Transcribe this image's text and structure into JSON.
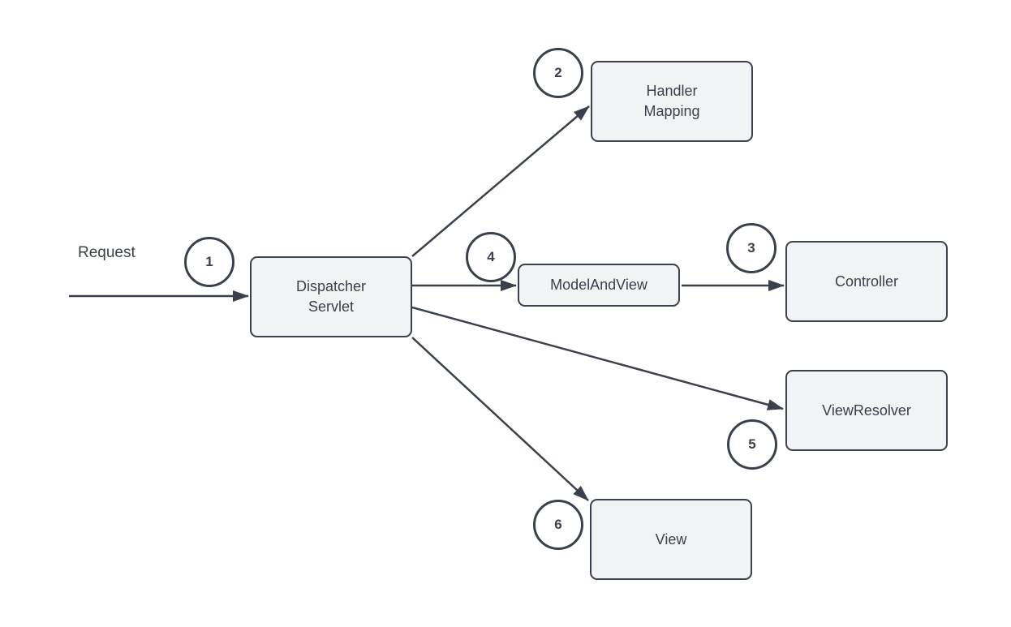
{
  "colors": {
    "background": "#ffffff",
    "stroke": "#3a414c",
    "node_fill": "#f2f3f5",
    "text": "#3a414c"
  },
  "labels": {
    "request": "Request"
  },
  "nodes": [
    {
      "id": "dispatcher-servlet",
      "label": "Dispatcher Servlet"
    },
    {
      "id": "handler-mapping",
      "label": "Handler Mapping"
    },
    {
      "id": "model-and-view",
      "label": "ModelAndView"
    },
    {
      "id": "controller",
      "label": "Controller"
    },
    {
      "id": "view-resolver",
      "label": "ViewResolver"
    },
    {
      "id": "view",
      "label": "View"
    }
  ],
  "steps": [
    {
      "number": "1"
    },
    {
      "number": "2"
    },
    {
      "number": "3"
    },
    {
      "number": "4"
    },
    {
      "number": "5"
    },
    {
      "number": "6"
    }
  ],
  "edges": [
    {
      "from": "request",
      "to": "dispatcher-servlet"
    },
    {
      "from": "dispatcher-servlet",
      "to": "handler-mapping"
    },
    {
      "from": "dispatcher-servlet",
      "to": "model-and-view"
    },
    {
      "from": "model-and-view",
      "to": "controller"
    },
    {
      "from": "dispatcher-servlet",
      "to": "view-resolver"
    },
    {
      "from": "dispatcher-servlet",
      "to": "view"
    }
  ]
}
